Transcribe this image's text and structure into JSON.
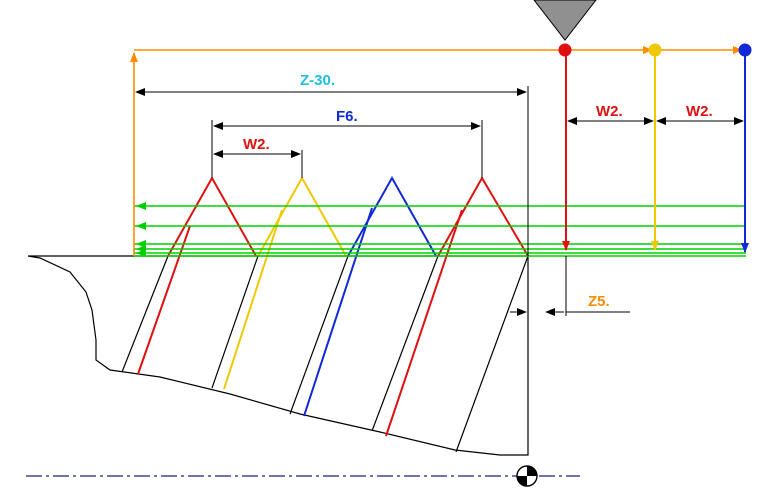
{
  "labels": {
    "z_length": "Z-30.",
    "lead": "F6.",
    "pitch_left": "W2.",
    "pitch_mid": "W2.",
    "pitch_right": "W2.",
    "z_offset": "Z5."
  },
  "colors": {
    "orange": "#ff8c00",
    "red": "#e01010",
    "yellow": "#f0c800",
    "blue": "#1028d8",
    "green": "#00d000",
    "cyan": "#1ec0e0",
    "black": "#000000",
    "tool_gray": "#888888",
    "centerline": "#1a237e"
  }
}
